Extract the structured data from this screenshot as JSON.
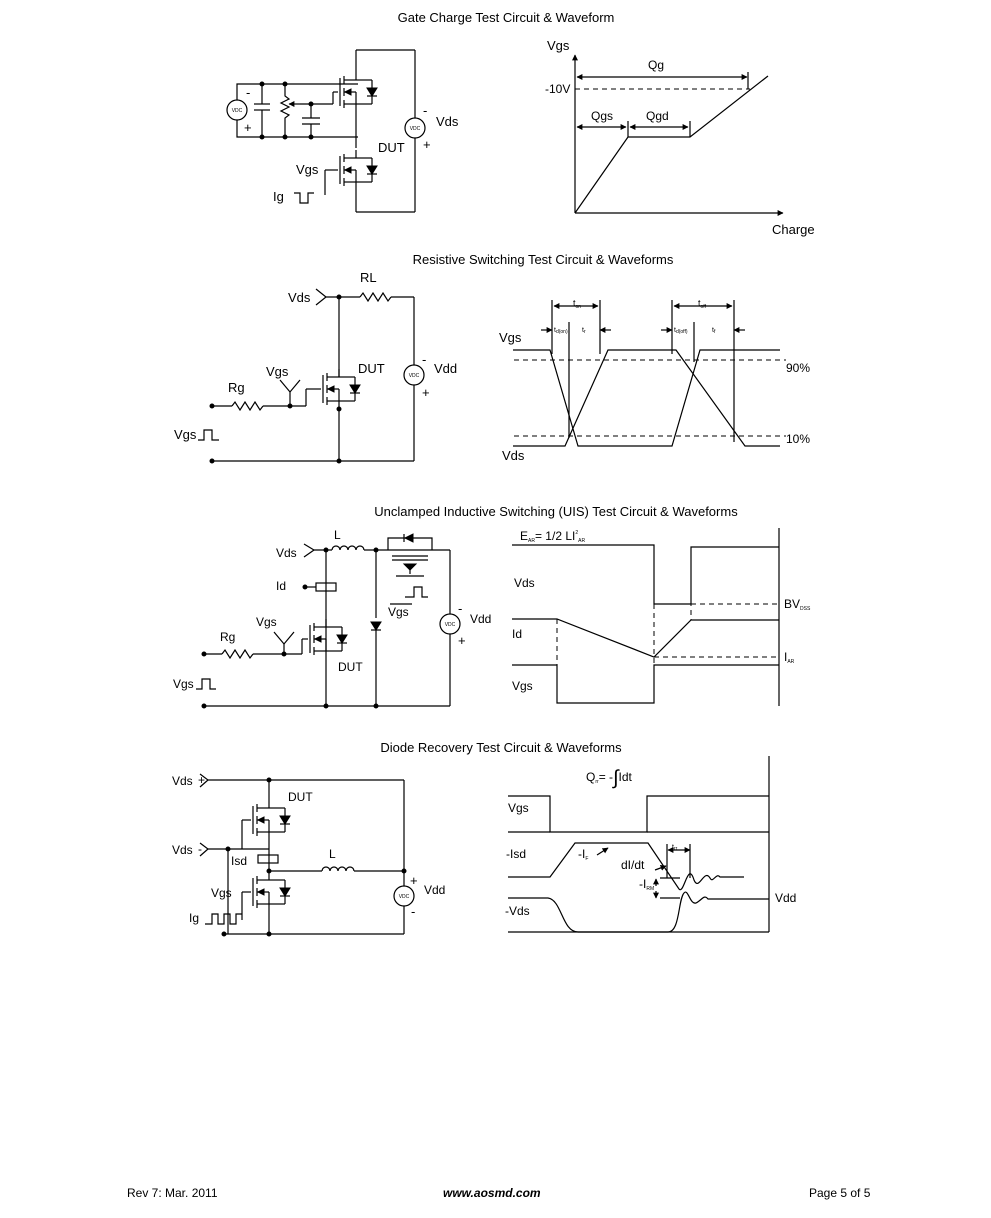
{
  "sections": {
    "gate_charge": {
      "title": "Gate Charge Test Circuit & Waveform",
      "circuit": {
        "vdc_left": "VDC",
        "vdc_right": "VDC",
        "minus_left": "-",
        "plus_left": "+",
        "minus_right": "-",
        "plus_right": "+",
        "vds": "Vds",
        "dut": "DUT",
        "vgs": "Vgs",
        "ig": "Ig"
      },
      "waveform": {
        "y_axis": "Vgs",
        "x_axis": "Charge",
        "level": "-10V",
        "qg": "Qg",
        "qgs": "Qgs",
        "qgd": "Qgd"
      }
    },
    "resistive_switching": {
      "title": "Resistive Switching Test Circuit & Waveforms",
      "circuit": {
        "rl": "RL",
        "vds": "Vds",
        "vgs": "Vgs",
        "dut": "DUT",
        "vdc": "VDC",
        "vdd": "Vdd",
        "minus": "-",
        "plus": "+",
        "rg": "Rg",
        "vgs_pulse": "Vgs"
      },
      "waveform": {
        "vgs": "Vgs",
        "vds": "Vds",
        "p90": "90%",
        "p10": "10%",
        "ton": "t",
        "ton_sub": "on",
        "toff": "t",
        "toff_sub": "off",
        "tdon": "t",
        "tdon_sub": "d(on)",
        "tr": "t",
        "tr_sub": "r",
        "tdoff": "t",
        "tdoff_sub": "d(off)",
        "tf": "t",
        "tf_sub": "f"
      }
    },
    "uis": {
      "title": "Unclamped Inductive Switching (UIS) Test Circuit & Waveforms",
      "circuit": {
        "l": "L",
        "vds": "Vds",
        "id": "Id",
        "vgs": "Vgs",
        "rg": "Rg",
        "dut": "DUT",
        "vgs_pulse": "Vgs",
        "vgs_bar": "Vgs",
        "vdc": "VDC",
        "vdd": "Vdd",
        "minus": "-",
        "plus": "+"
      },
      "waveform": {
        "ear": "E",
        "ear_sub": "AR",
        "ear_expr": "= 1/2 LI",
        "ear_sup": "2",
        "ear_sub2": "AR",
        "vds": "Vds",
        "id": "Id",
        "vgs": "Vgs",
        "bvdss": "BV",
        "bvdss_sub": "DSS",
        "iar": "I",
        "iar_sub": "AR"
      }
    },
    "diode_recovery": {
      "title": "Diode Recovery Test Circuit & Waveforms",
      "circuit": {
        "vds_plus": "Vds",
        "vds_plus_sign": "+",
        "vds_minus": "Vds",
        "vds_minus_sign": "-",
        "dut": "DUT",
        "isd": "Isd",
        "l": "L",
        "vgs": "Vgs",
        "ig": "Ig",
        "vdc": "VDC",
        "vdd": "Vdd",
        "plus": "+",
        "minus": "-"
      },
      "waveform": {
        "qrr": "Q",
        "qrr_sub": "rr",
        "qrr_expr": "= -",
        "integral": "∫",
        "qrr_idt": "Idt",
        "vgs": "Vgs",
        "isd": "-Isd",
        "if": "-I",
        "if_sub": "F",
        "didt": "dI/dt",
        "trr": "t",
        "trr_sub": "rr",
        "irm": "-I",
        "irm_sub": "RM",
        "vds": "-Vds",
        "vdd": "Vdd"
      }
    }
  },
  "footer": {
    "rev": "Rev 7: Mar. 2011",
    "website": "www.aosmd.com",
    "page": "Page 5 of 5"
  }
}
